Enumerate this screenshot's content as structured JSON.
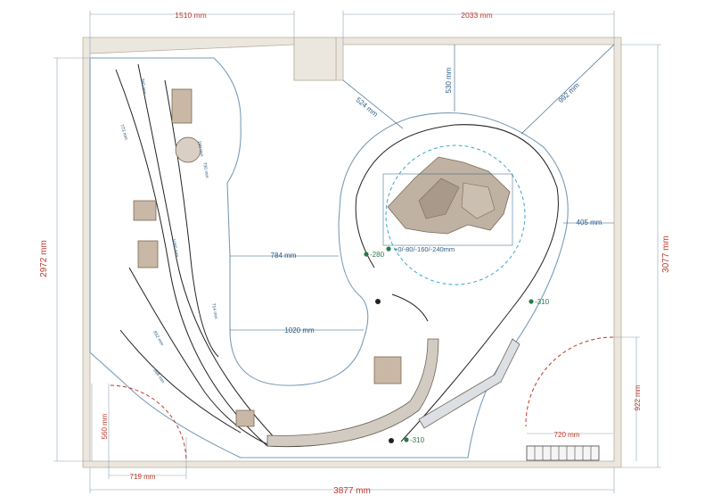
{
  "dimensions": {
    "top_left": "1510 mm",
    "top_right": "2033 mm",
    "left_height": "2972 mm",
    "right_height": "3077 mm",
    "bottom_width": "3877 mm",
    "door_left_width": "719 mm",
    "door_left_height": "560 mm",
    "door_right_width": "720 mm",
    "door_right_height": "922 mm",
    "d524": "524 mm",
    "d530": "530 mm",
    "d992": "992 mm",
    "d405": "405 mm",
    "d784": "784 mm",
    "d1020": "1020 mm"
  },
  "elevations": {
    "mountain": "+0/-80/-160/-240mm",
    "left_curve": "-280",
    "right_curve": "-310",
    "bottom": "-310"
  },
  "small_labels": {
    "s1": "773 mm",
    "s2": "360 mm",
    "s3": "160 mm",
    "s4": "730 mm",
    "s5": "1080 mm",
    "s6": "714 mm",
    "s7": "832 mm",
    "s8": "998 mm"
  },
  "colors": {
    "wall": "#ece7de",
    "board_outline": "#7a9cb8",
    "dim_red": "#c0392b",
    "dim_blue": "#2b5b84",
    "elev_green": "#2c7a4a",
    "mountain": "#bfb2a3"
  }
}
